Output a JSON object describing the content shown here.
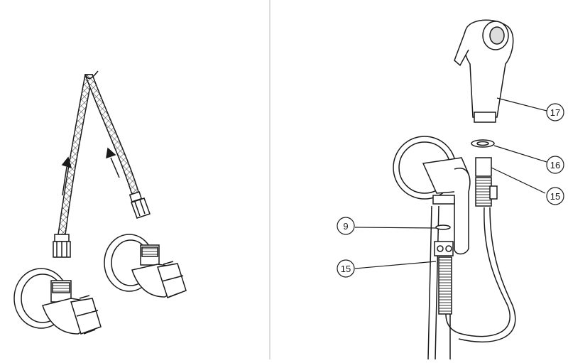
{
  "left_panel": {
    "items": [
      "flexible-hose-left",
      "flexible-hose-right",
      "angle-valve-left",
      "angle-valve-right"
    ]
  },
  "right_panel": {
    "callouts": [
      {
        "id": "callout-17",
        "label": "17",
        "part": "hand-shower"
      },
      {
        "id": "callout-16",
        "label": "16",
        "part": "washer-top"
      },
      {
        "id": "callout-15-right",
        "label": "15",
        "part": "hose-nut-top"
      },
      {
        "id": "callout-9",
        "label": "9",
        "part": "washer-bottom"
      },
      {
        "id": "callout-15-left",
        "label": "15",
        "part": "hose-nut-bottom"
      }
    ]
  },
  "colors": {
    "stroke": "#1a1a1a",
    "fill": "#ffffff",
    "shade": "#e6e6e6",
    "divider": "#bbbbbb"
  }
}
